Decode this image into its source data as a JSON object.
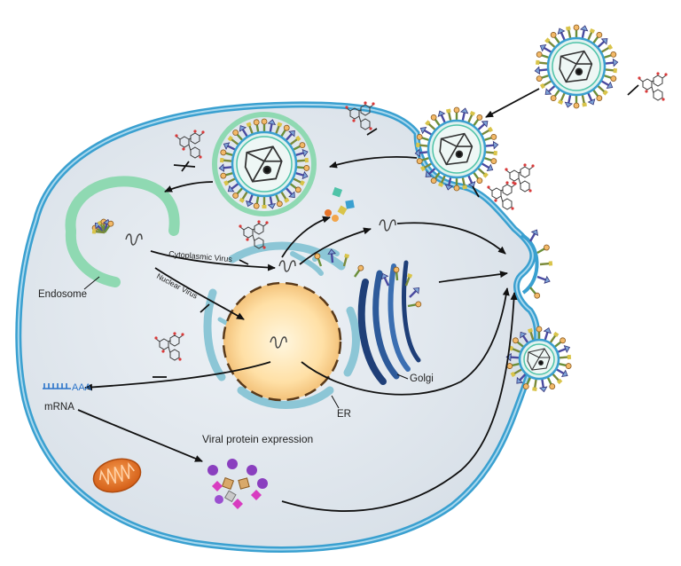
{
  "labels": {
    "endosome": "Endosome",
    "cytoplasmic_virus": "Cytoplasmic Virus",
    "nuclear_virus": "Nuclear Virus",
    "golgi": "Golgi",
    "er": "ER",
    "mrna_tail": "AAA",
    "mrna": "mRNA",
    "viral_protein_expression": "Viral protein expression"
  },
  "colors": {
    "cell_membrane": "#3aa0d0",
    "cytoplasm": "#dde4ec",
    "nucleus_core": "#fff3d0",
    "nucleus_edge": "#f3c27a",
    "er": "#8cc6d6",
    "golgi": "#1f3f78",
    "endosome": "#8fd9b2",
    "mitochondrion": "#e7742a",
    "arrow": "#111111"
  },
  "icons": {
    "virus": "virus-particle-icon",
    "sugar": "sialic-acid-molecule-icon",
    "inhibitor": "inhibition-bar-icon",
    "rna": "viral-rna-icon",
    "protein": "viral-protein-icon"
  }
}
